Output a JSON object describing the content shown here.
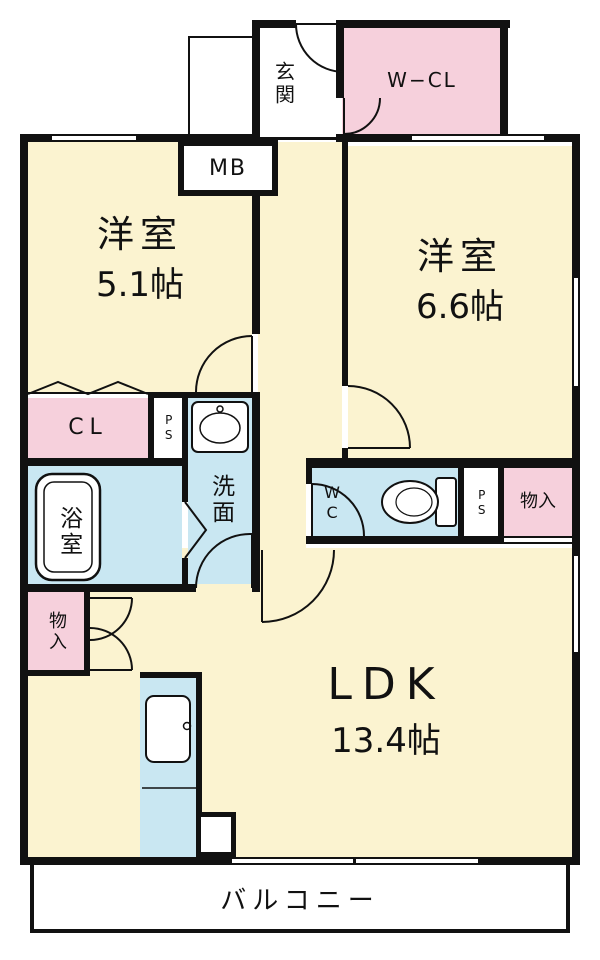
{
  "floorplan": {
    "rooms": {
      "entrance": {
        "label": "玄関"
      },
      "walk_in_closet": {
        "label": "W−CL"
      },
      "meter_box": {
        "label": "MB"
      },
      "bedroom_small": {
        "name": "洋室",
        "size": "5.1帖"
      },
      "bedroom_large": {
        "name": "洋室",
        "size": "6.6帖"
      },
      "closet": {
        "label": "CL"
      },
      "pipe_space_left": {
        "label": "PS"
      },
      "pipe_space_right": {
        "label": "PS"
      },
      "washroom": {
        "label": "洗面"
      },
      "bathroom": {
        "label": "浴室"
      },
      "toilet": {
        "label": "WC"
      },
      "storage_right": {
        "label": "物入"
      },
      "storage_left": {
        "label": "物入"
      },
      "ldk": {
        "name": "LDK",
        "size": "13.4帖"
      },
      "balcony": {
        "label": "バルコニー"
      }
    },
    "colors": {
      "wall": "#111111",
      "room_cream": "#FBF3D0",
      "closet_pink": "#F6D0DC",
      "wet_blue": "#C9E7F2",
      "background": "#FFFFFF"
    }
  }
}
